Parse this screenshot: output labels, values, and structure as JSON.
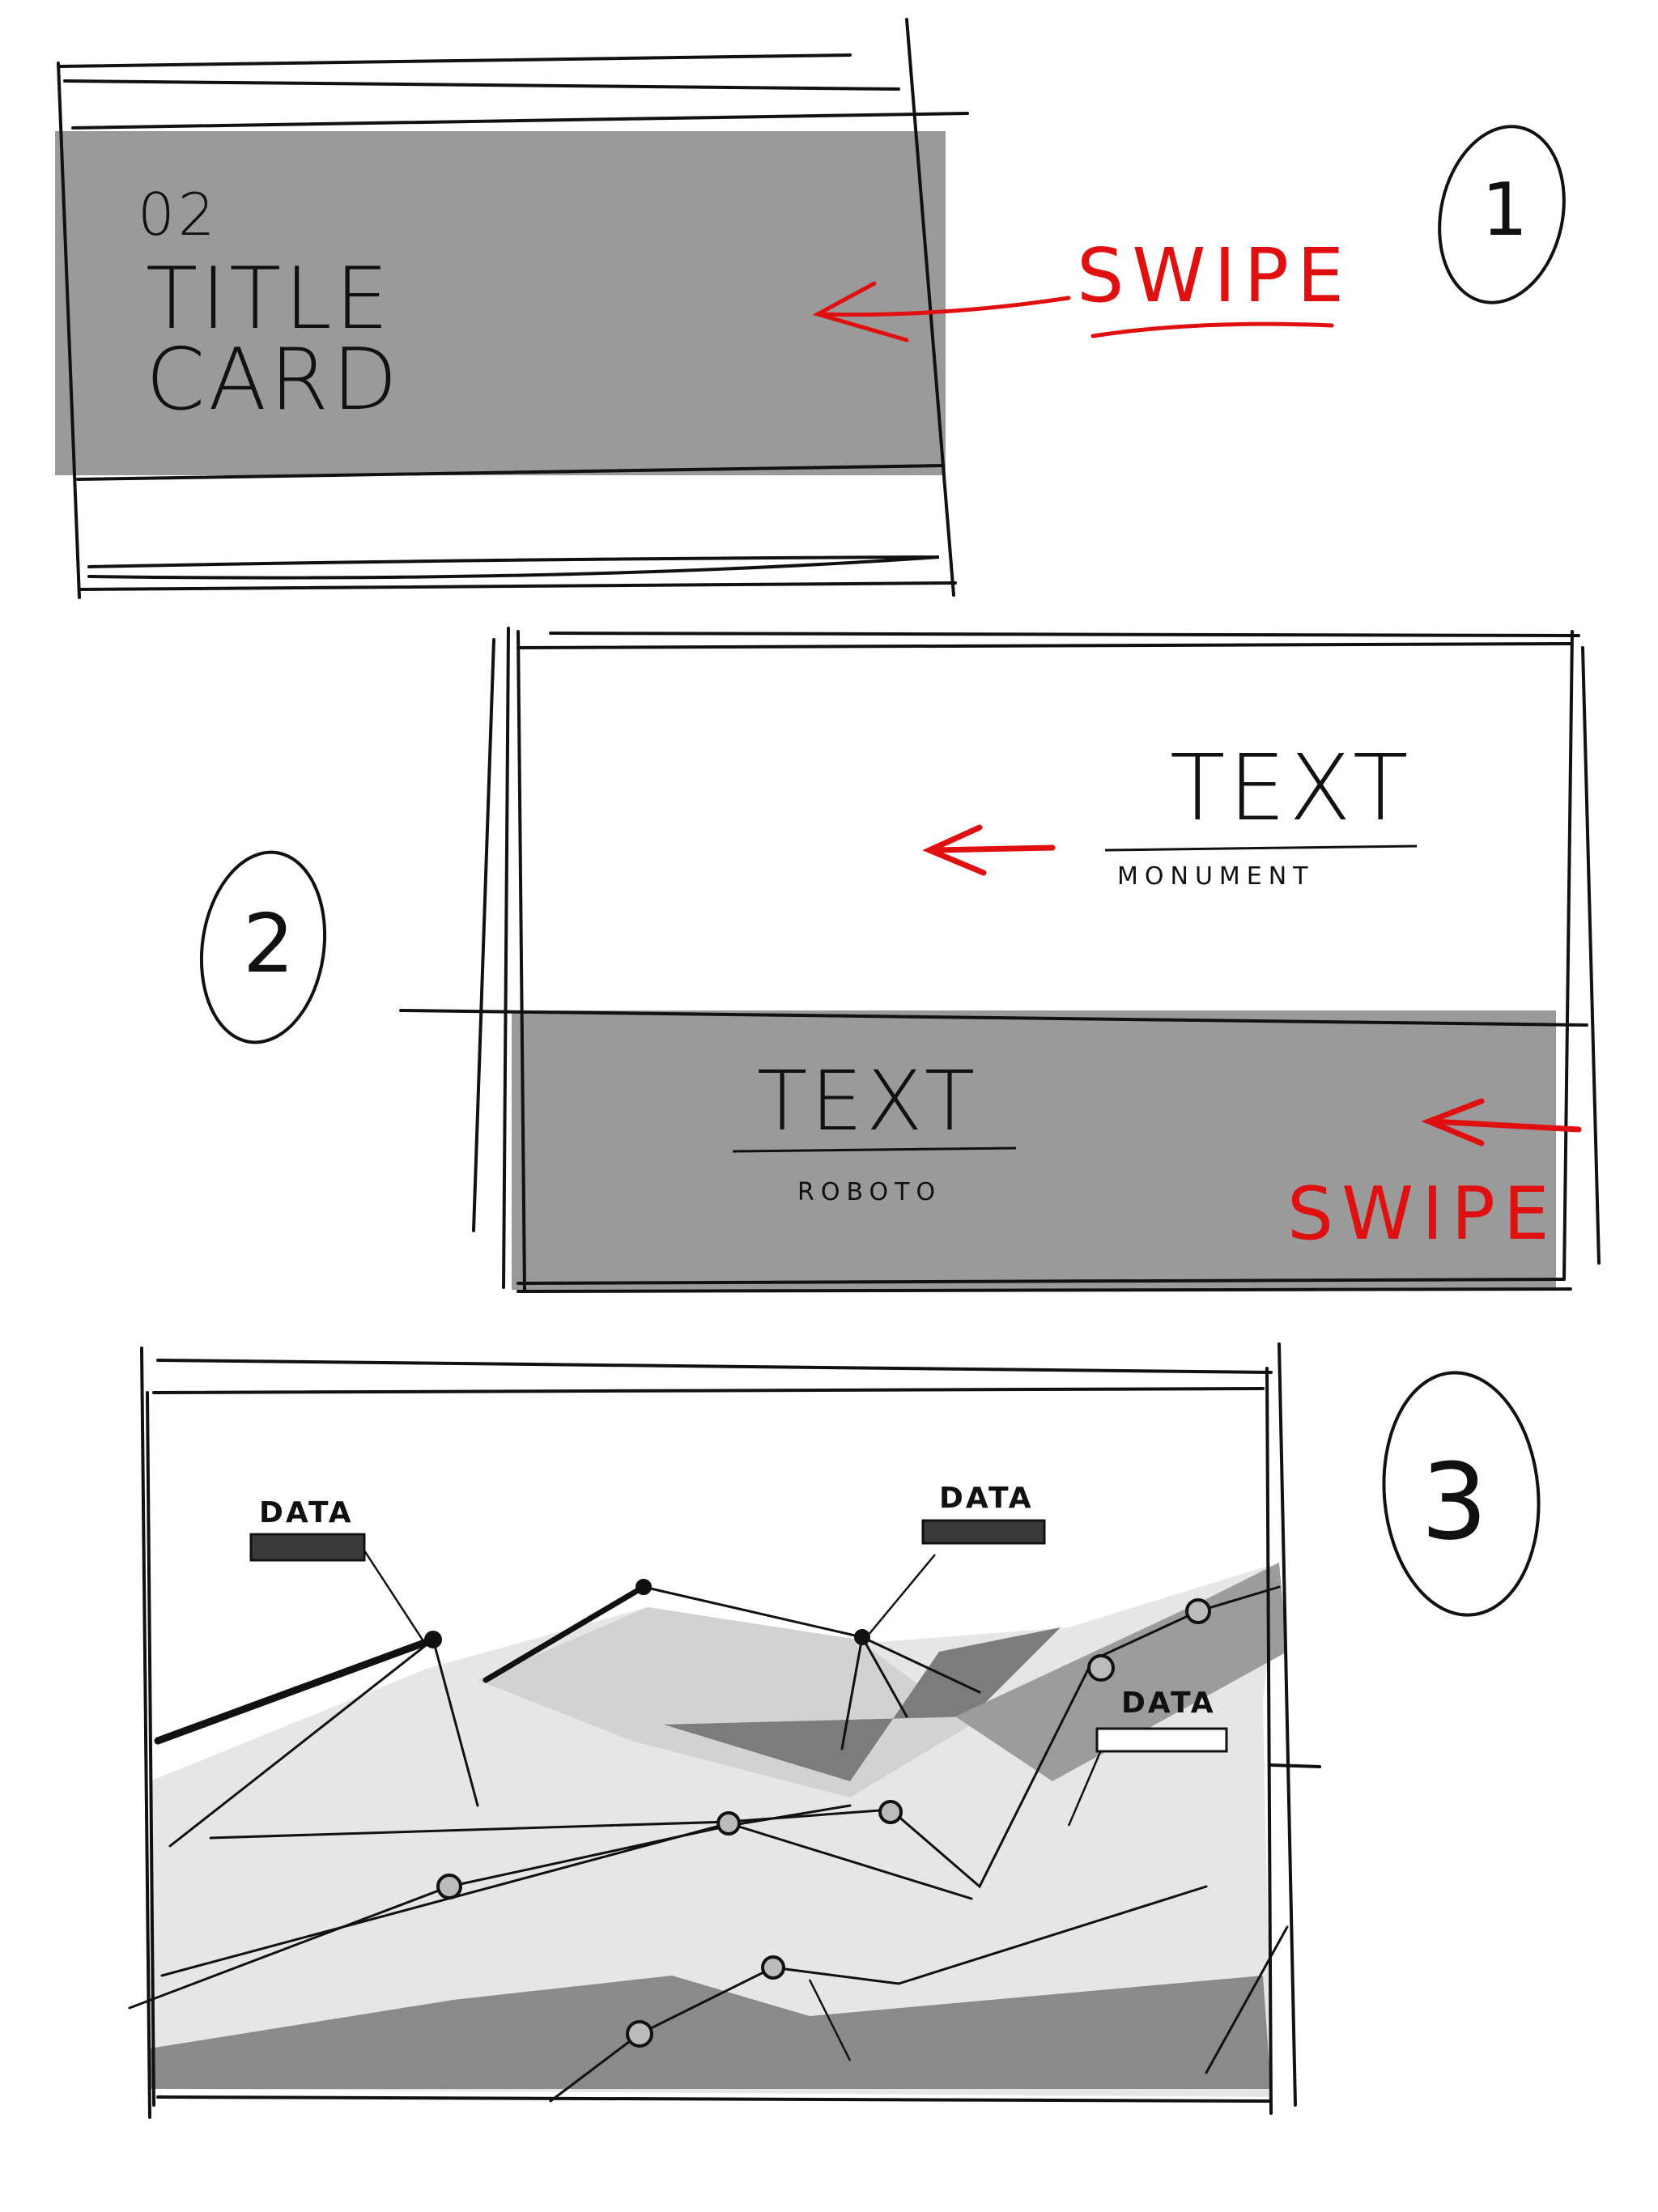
{
  "panel1": {
    "number": "02",
    "title_line1": "TITLE",
    "title_line2": "CARD",
    "gesture": "SWIPE",
    "step": "1"
  },
  "panel2": {
    "top_text": "TEXT",
    "top_caption": "MONUMENT",
    "bottom_text": "TEXT",
    "bottom_caption": "ROBOTO",
    "gesture": "SWIPE",
    "step": "2"
  },
  "panel3": {
    "label_left": "DATA",
    "label_mid": "DATA",
    "label_right": "DATA",
    "step": "3"
  },
  "colors": {
    "ink": "#111111",
    "fill_gray": "#9a9a9a",
    "accent_red": "#e01010"
  }
}
